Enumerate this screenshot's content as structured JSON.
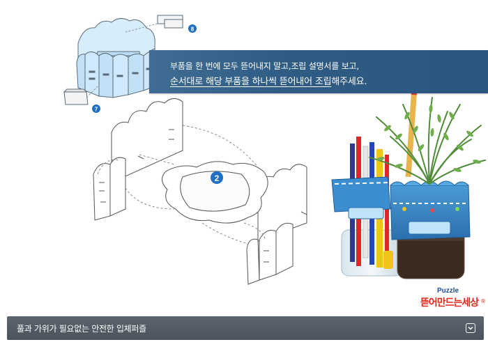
{
  "instruction": {
    "line1": "부품을 한 번에 모두 뜯어내지 말고,조립 설명서를 보고,",
    "line2_underlined": "순서대로 해당 부품을 하나씩 뜯어내어 조립",
    "line2_tail": "해주세요."
  },
  "step_badges": {
    "part_8": "8",
    "part_7": "7",
    "part_2": "2"
  },
  "brand": {
    "puzzle_label": "Puzzle",
    "name": "뜯어만드는세상",
    "registered": "®"
  },
  "bottom_bar": {
    "text": "풀과 가위가 필요없는 안전한 입체퍼즐"
  },
  "icons": {
    "toggle": "chevron-down-icon"
  },
  "colors": {
    "banner": "#2f5c84",
    "badge": "#1f6fc2",
    "diagram_blue": "#cfe8fb",
    "brand_red": "#e0281c",
    "bottom_bar": "#4f5861"
  }
}
